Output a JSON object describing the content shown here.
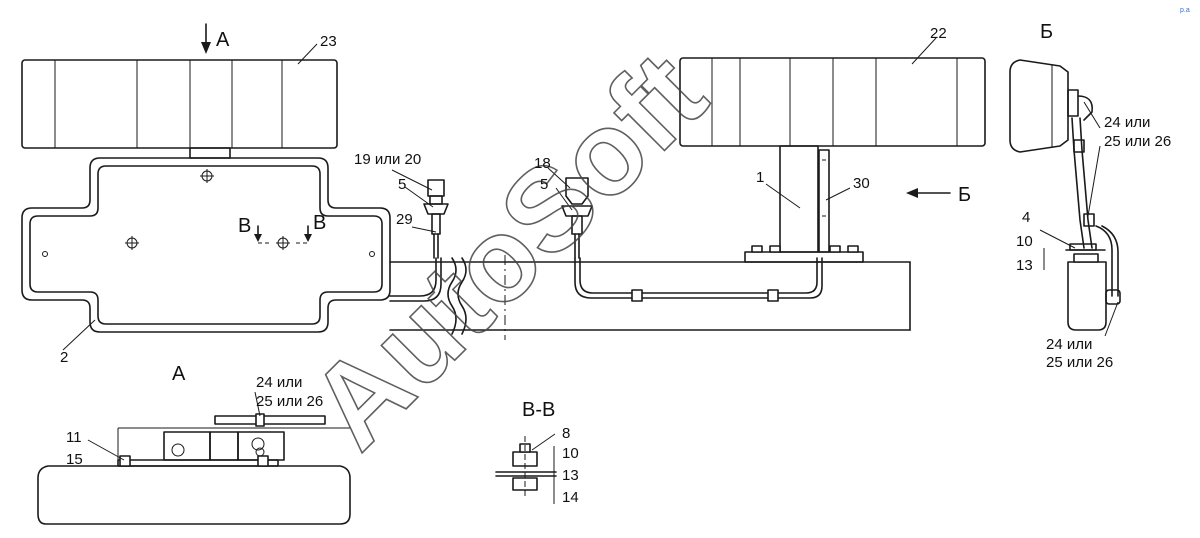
{
  "watermark": "AutoSoft",
  "corner_mark": "p.a",
  "views": {
    "view_a_arrow": "А",
    "view_b_arrow": "Б",
    "section_left": "В",
    "section_right": "В",
    "detail_a_title": "А",
    "detail_b_title": "Б",
    "section_title": "В-В"
  },
  "callouts": {
    "c23": "23",
    "c22": "22",
    "c19_20": "19 или 20",
    "c5a": "5",
    "c29": "29",
    "c18": "18",
    "c5b": "5",
    "c1": "1",
    "c30": "30",
    "c2": "2",
    "c24_b_top_1": "24 или",
    "c24_b_top_2": "25 или 26",
    "c4": "4",
    "c10_b": "10",
    "c13_b": "13",
    "c24_b_bot_1": "24 или",
    "c24_b_bot_2": "25 или 26",
    "c24_a_1": "24 или",
    "c24_a_2": "25 или 26",
    "c11": "11",
    "c15": "15",
    "c8": "8",
    "c10_s": "10",
    "c13_s": "13",
    "c14": "14"
  }
}
